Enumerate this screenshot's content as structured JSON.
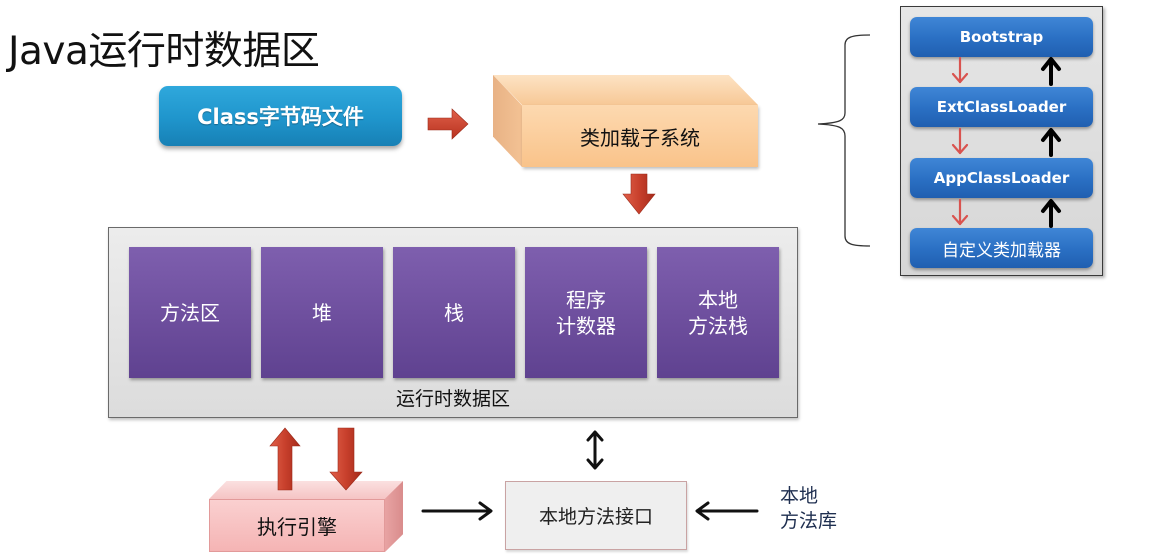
{
  "title": "Java运行时数据区",
  "class_file": {
    "label": "Class字节码文件"
  },
  "class_loader_subsystem": {
    "label": "类加载子系统"
  },
  "runtime_data_area": {
    "label": "运行时数据区",
    "regions": [
      {
        "label": "方法区"
      },
      {
        "label": "堆"
      },
      {
        "label": "栈"
      },
      {
        "label": "程序\n计数器"
      },
      {
        "label": "本地\n方法栈"
      }
    ]
  },
  "execution_engine": {
    "label": "执行引擎"
  },
  "native_method_interface": {
    "label": "本地方法接口"
  },
  "native_method_library": {
    "label": "本地\n方法库"
  },
  "class_loaders": [
    {
      "label": "Bootstrap"
    },
    {
      "label": "ExtClassLoader"
    },
    {
      "label": "AppClassLoader"
    },
    {
      "label": "自定义类加载器"
    }
  ],
  "colors": {
    "class_file": "#1f95cc",
    "loader_subsystem": "#f9c38a",
    "region": "#6c4d9c",
    "execution_engine": "#f5b4b4",
    "loader_button": "#2a6fc3",
    "arrow_red": "#c8402c",
    "delegate_arrow": "#d9534f"
  }
}
